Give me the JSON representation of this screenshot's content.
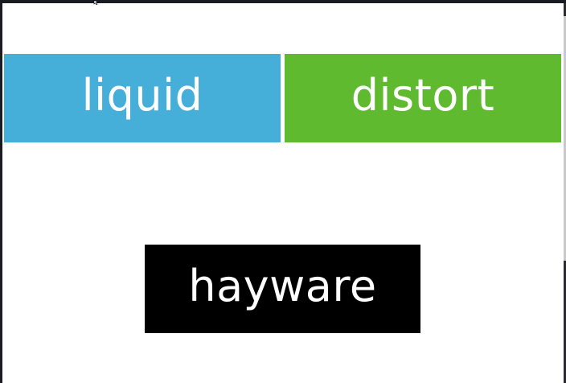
{
  "buttons": [
    {
      "label": "liquid",
      "color": "#45aed9"
    },
    {
      "label": "distort",
      "color": "#5fba30"
    },
    {
      "label": "hayware",
      "color": "#000000"
    }
  ],
  "icons": {
    "cursor": "mouse-pointer-icon"
  }
}
